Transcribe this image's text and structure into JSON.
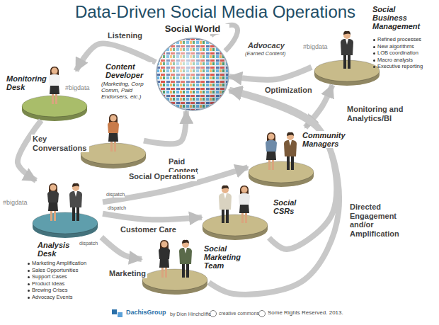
{
  "diagram": {
    "title": "Data-Driven Social Media Operations",
    "nodes": [
      {
        "text": [
          "Social World"
        ]
      },
      {
        "text": [
          "Monitoring Desk"
        ]
      },
      {
        "text": [
          "Content Developer",
          "(Marketing, Corp Comm, Paid Endorsers, etc.)"
        ]
      },
      {
        "text": [
          "Social Business Management",
          "Refined processes",
          "New algorithms",
          "LOB coordination",
          "Macro analysis",
          "Executive reporting"
        ]
      },
      {
        "text": [
          "Community Managers"
        ]
      },
      {
        "text": [
          "Analysis Desk",
          "Marketing Amplification",
          "Sales Opportunities",
          "Support Cases",
          "Product Ideas",
          "Brewing Crises",
          "Advocacy Events"
        ]
      },
      {
        "text": [
          "Social CSRs"
        ]
      },
      {
        "text": [
          "Social Marketing Team"
        ]
      }
    ],
    "edges": [
      {
        "from": 0,
        "to": 1,
        "arrow": "to",
        "label": "Listening"
      },
      {
        "from": 1,
        "to": 5,
        "arrow": "to",
        "label": "Key Conversations"
      },
      {
        "from": 2,
        "to": 0,
        "arrow": "to",
        "label": "Paid Content"
      },
      {
        "from": 3,
        "to": 0,
        "arrow": "to",
        "label": "Optimization"
      },
      {
        "from": 4,
        "to": 3,
        "arrow": "both",
        "label": "Monitoring and Analytics/BI"
      },
      {
        "from": 5,
        "to": 4,
        "arrow": "to",
        "label": "Social Operations"
      },
      {
        "from": 5,
        "to": 6,
        "arrow": "to",
        "label": "Customer Care"
      },
      {
        "from": 5,
        "to": 7,
        "arrow": "to",
        "label": "Marketing"
      },
      {
        "from": 7,
        "to": 0,
        "arrow": "to",
        "label": "Directed Engagement and/or Amplification"
      },
      {
        "from": 6,
        "to": 0,
        "arrow": "to"
      }
    ],
    "labels": [
      "Advocacy",
      "(Earned Content)",
      "#bigdata",
      "#bigdata",
      "#bigdata",
      "dispatch",
      "dispatch",
      "dispatch",
      "DachisGroup",
      "by Dion Hinchcliffe",
      "creative commons",
      "Some Rights Reserved. 2013."
    ]
  }
}
